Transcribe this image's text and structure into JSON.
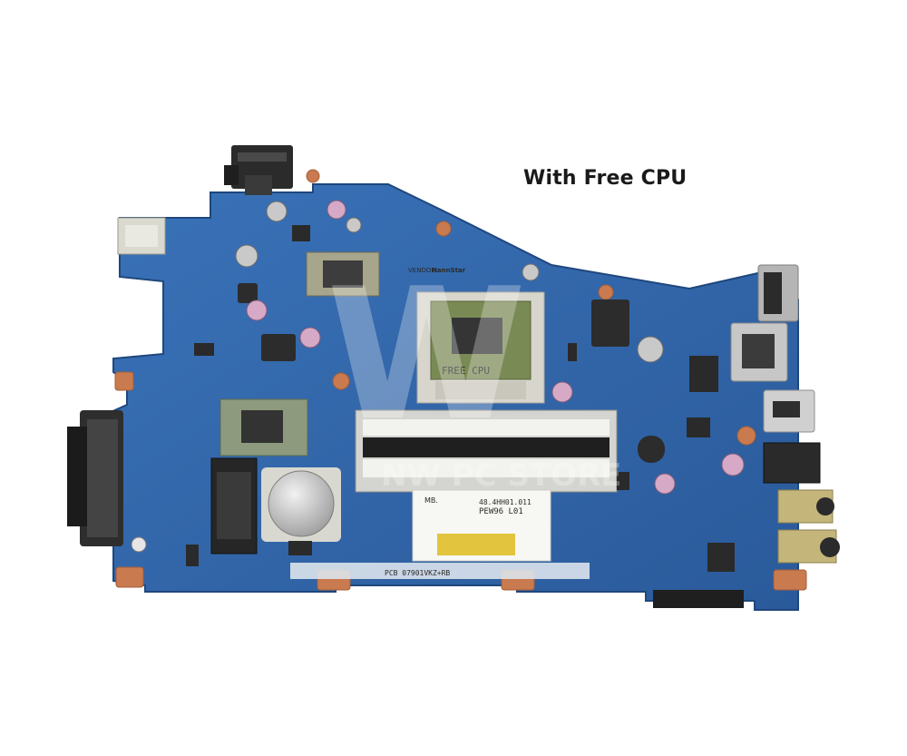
{
  "caption": "With Free CPU",
  "watermark": "NW PC STORE",
  "board": {
    "vendor_label": "VENDOR:",
    "vendor_name": "HannStar",
    "cpu_label": "FREE CPU",
    "sticker_model": "PEW96 L01",
    "sticker_code": "48.4HH01.011",
    "sticker_line1": "MB.",
    "pcb_text": "PCB 07901VKZ+RB"
  },
  "colors": {
    "pcb": "#2f64a8",
    "pcb_dark": "#244f8a",
    "pad_copper": "#c97a4e",
    "chip_gray": "#9a9a86"
  }
}
